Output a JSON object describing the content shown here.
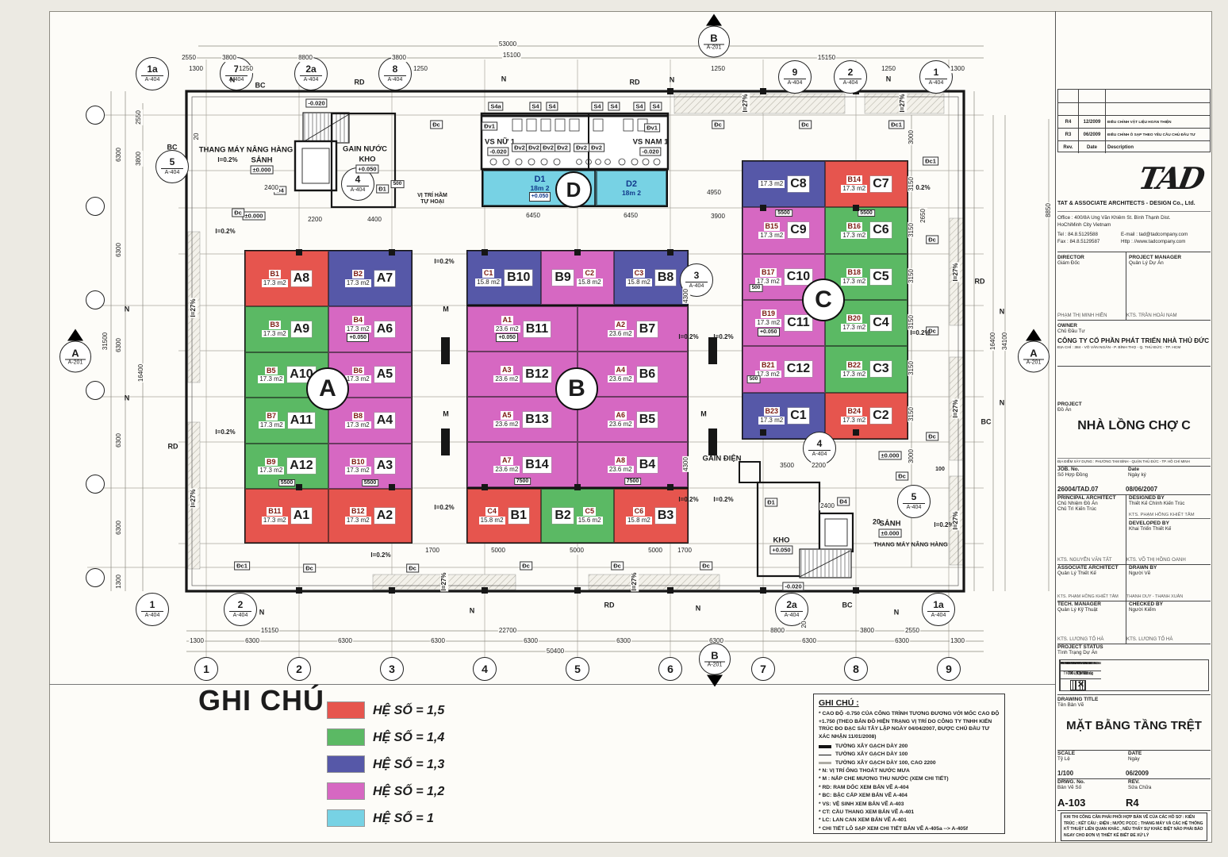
{
  "colors": {
    "red": "#e6554e",
    "green": "#5bb964",
    "blue": "#5658a8",
    "pink": "#d668c2",
    "cyan": "#77d2e4"
  },
  "zones": {
    "A": "A",
    "B": "B",
    "C": "C",
    "D": "D"
  },
  "legend": {
    "title": "GHI CHÚ",
    "items": [
      {
        "color": "red",
        "label": "HỆ SỐ = 1,5"
      },
      {
        "color": "green",
        "label": "HỆ SỐ = 1,4"
      },
      {
        "color": "blue",
        "label": "HỆ SỐ = 1,3"
      },
      {
        "color": "pink",
        "label": "HỆ SỐ = 1,2"
      },
      {
        "color": "cyan",
        "label": "HỆ SỐ = 1"
      }
    ]
  },
  "notes": {
    "title": "GHI CHÚ :",
    "para": "* CAO ĐỘ  -0.750  CỦA CÔNG TRÌNH TƯƠNG ĐƯƠNG VỚI MỐC CAO ĐỘ  +1.750  (THEO BẢN ĐỒ HIỆN TRẠNG VỊ TRÍ DO CÔNG TY TNHH KIẾN TRÚC ĐO ĐẠC SÀI TÂY LẬP NGÀY 04/04/2007, ĐƯỢC CHỦ ĐẦU TƯ XÁC NHẬN 11/01/2008)",
    "walls": [
      {
        "type": "thick",
        "text": "TƯỜNG XÂY GẠCH DÀY 200"
      },
      {
        "type": "thin",
        "text": "TƯỜNG XÂY GẠCH DÀY 100"
      },
      {
        "type": "gray",
        "text": "TƯỜNG XÂY GẠCH DÀY 100, CAO 2200"
      }
    ],
    "items": [
      "* N: VỊ TRÍ ỐNG THOÁT NƯỚC MƯA",
      "* M : NẮP CHE MƯƠNG THU  NƯỚC (XEM CHI TIẾT)",
      "* RD: RAM DỐC XEM BẢN VẼ A-404",
      "* BC: BẬC CẤP XEM BẢN VẼ A-404",
      "* VS: VỆ SINH XEM BẢN VẼ A-403",
      "* CT: CẦU THANG XEM BẢN VẼ A-401",
      "* LC: LAN CAN XEM BẢN VẼ A-401",
      "* CHI TIẾT LÔ SẠP XEM CHI TIẾT BẢN VẼ A-405a --> A-405f"
    ]
  },
  "labels": {
    "N": "N",
    "M": "M",
    "BC": "BC",
    "RD": "RD",
    "slope": "I=0.2%",
    "ramp": "I=27%",
    "dc": "Đc",
    "dc1": "Đc1",
    "dv1": "Đv1",
    "dv2": "Đv2",
    "s4": "S4",
    "s4a": "S4a",
    "d1": "Đ1",
    "d4": "Đ4",
    "lv0": "±0.000",
    "lvp": "+0.050",
    "lvm": "-0.020",
    "n20": "20",
    "n500": "500",
    "n100": "100"
  },
  "rooms": {
    "lift_top": "THANG MÁY NÂNG HÀNG",
    "lobby_top": "SẢNH",
    "gain_nuoc": "GAIN NƯỚC",
    "kho_top": "KHO",
    "septic1": "VỊ TRÍ HẦM",
    "septic2": "TỰ HOẠI",
    "vs_nu": "VS NỮ 1",
    "vs_nam": "VS NAM 1",
    "gain_dien": "GAIN ĐIỆN",
    "kho_bot": "KHO",
    "lobby_bot": "SẢNH",
    "lift_bot": "THANG MÁY NÂNG HÀNG"
  },
  "grid": {
    "bottom": [
      "1",
      "2",
      "3",
      "4",
      "5",
      "6",
      "7",
      "8",
      "9"
    ]
  },
  "bubbles": {
    "top": [
      {
        "n": "1a",
        "s": "A-404"
      },
      {
        "n": "7",
        "s": "A-404"
      },
      {
        "n": "2a",
        "s": "A-404"
      },
      {
        "n": "8",
        "s": "A-404"
      },
      {
        "n": "9",
        "s": "A-404"
      },
      {
        "n": "2",
        "s": "A-404"
      },
      {
        "n": "1",
        "s": "A-404"
      }
    ],
    "bottom": [
      {
        "n": "1",
        "s": "A-404"
      },
      {
        "n": "2",
        "s": "A-404"
      },
      {
        "n": "2a",
        "s": "A-404"
      },
      {
        "n": "1a",
        "s": "A-404"
      }
    ],
    "side": [
      {
        "n": "5",
        "s": "A-404"
      },
      {
        "n": "4",
        "s": "A-404"
      },
      {
        "n": "3",
        "s": "A-404"
      },
      {
        "n": "4",
        "s": "A-404"
      },
      {
        "n": "5",
        "s": "A-404"
      }
    ]
  },
  "sections": {
    "top": {
      "l": "B",
      "s": "A-201"
    },
    "bottom": {
      "l": "B",
      "s": "A-201"
    },
    "left": {
      "l": "A",
      "s": "A-201"
    },
    "right": {
      "l": "A",
      "s": "A-201"
    }
  },
  "dims": {
    "t53000": "53000",
    "t15100": "15100",
    "top_chain": [
      "2550",
      "3800",
      "8800",
      "3800",
      "15150"
    ],
    "top_small": [
      "1300",
      "1250",
      "1250",
      "1250",
      "1250",
      "1300"
    ],
    "b15150": "15150",
    "b22700": "22700",
    "b50400": "50400",
    "bot_right": [
      "8800",
      "3800",
      "2550"
    ],
    "bot_chain": [
      "1300",
      "6300",
      "6300",
      "6300",
      "6300",
      "6300",
      "6300",
      "6300",
      "6300",
      "1300"
    ],
    "l31500": "31500",
    "l16400": "16400",
    "l2550": "2550",
    "l3800": "3800",
    "l1300": "1300",
    "left_chain": [
      "6300",
      "6300",
      "6300",
      "6300",
      "6300"
    ],
    "right_chain": [
      "3000",
      "3150",
      "3150",
      "3150",
      "3150",
      "3150",
      "3150",
      "3000"
    ],
    "r2650": "2650",
    "r8850": "8850",
    "r16400": "16400",
    "r34100": "34100",
    "i6450a": "6450",
    "i6450b": "6450",
    "i4950": "4950",
    "i3900": "3900",
    "i5000a": "5000",
    "i5000b": "5000",
    "i5000c": "5000",
    "i2400": "2400",
    "i2200": "2200",
    "i4400": "4400",
    "i3500": "3500",
    "i2200b": "2200",
    "i2400b": "2400",
    "i1700a": "1700",
    "i1700b": "1700",
    "i4300a": "4300",
    "i4300b": "4300"
  },
  "stalls": {
    "A": [
      {
        "name": "A8",
        "code": "B1",
        "area": "17.3 m2",
        "color": "red",
        "elev": "",
        "dim": ""
      },
      {
        "name": "A7",
        "code": "B2",
        "area": "17.3 m2",
        "color": "blue",
        "elev": "",
        "dim": ""
      },
      {
        "name": "A9",
        "code": "B3",
        "area": "17.3 m2",
        "color": "green",
        "elev": "",
        "dim": ""
      },
      {
        "name": "A6",
        "code": "B4",
        "area": "17.3 m2",
        "color": "pink",
        "elev": "+0.050",
        "dim": ""
      },
      {
        "name": "A10",
        "code": "B5",
        "area": "17.3 m2",
        "color": "green",
        "elev": "",
        "dim": ""
      },
      {
        "name": "A5",
        "code": "B6",
        "area": "17.3 m2",
        "color": "pink",
        "elev": "",
        "dim": ""
      },
      {
        "name": "A11",
        "code": "B7",
        "area": "17.3 m2",
        "color": "green",
        "elev": "",
        "dim": ""
      },
      {
        "name": "A4",
        "code": "B8",
        "area": "17.3 m2",
        "color": "pink",
        "elev": "",
        "dim": ""
      },
      {
        "name": "A12",
        "code": "B9",
        "area": "17.3 m2",
        "color": "green",
        "elev": "",
        "dim": "5500"
      },
      {
        "name": "A3",
        "code": "B10",
        "area": "17.3 m2",
        "color": "pink",
        "elev": "",
        "dim": "5500"
      },
      {
        "name": "A1",
        "code": "B11",
        "area": "17.3 m2",
        "color": "red",
        "elev": "",
        "dim": ""
      },
      {
        "name": "A2",
        "code": "B12",
        "area": "17.3 m2",
        "color": "red",
        "elev": "",
        "dim": ""
      }
    ],
    "B_top": [
      {
        "name": "B10",
        "code": "C1",
        "area": "15.8 m2",
        "color": "blue"
      },
      {
        "name": "B9",
        "code": "C2",
        "area": "15.8 m2",
        "color": "pink"
      },
      {
        "name": "B8",
        "code": "C3",
        "area": "15.8 m2",
        "color": "blue"
      }
    ],
    "B_mid": [
      {
        "name": "B11",
        "code": "A1",
        "area": "23.6 m2",
        "color": "pink",
        "elev": "+0.050",
        "dim": ""
      },
      {
        "name": "B7",
        "code": "A2",
        "area": "23.6 m2",
        "color": "pink",
        "elev": "",
        "dim": ""
      },
      {
        "name": "B12",
        "code": "A3",
        "area": "23.6 m2",
        "color": "pink",
        "elev": "",
        "dim": ""
      },
      {
        "name": "B6",
        "code": "A4",
        "area": "23.6 m2",
        "color": "pink",
        "elev": "",
        "dim": ""
      },
      {
        "name": "B13",
        "code": "A5",
        "area": "23.6 m2",
        "color": "pink",
        "elev": "",
        "dim": ""
      },
      {
        "name": "B5",
        "code": "A6",
        "area": "23.6 m2",
        "color": "pink",
        "elev": "",
        "dim": ""
      },
      {
        "name": "B14",
        "code": "A7",
        "area": "23.6 m2",
        "color": "pink",
        "elev": "",
        "dim": "7500"
      },
      {
        "name": "B4",
        "code": "A8",
        "area": "23.6 m2",
        "color": "pink",
        "elev": "",
        "dim": "7500"
      }
    ],
    "B_bot": [
      {
        "name": "B1",
        "code": "C4",
        "area": "15.8 m2",
        "color": "red"
      },
      {
        "name": "B2",
        "code": "C5",
        "area": "15.6 m2",
        "color": "green"
      },
      {
        "name": "B3",
        "code": "C6",
        "area": "15.8 m2",
        "color": "red"
      }
    ],
    "C": [
      {
        "name": "C8",
        "code": "",
        "area": "17.3 m2",
        "color": "blue",
        "elev": "",
        "dim": ""
      },
      {
        "name": "C7",
        "code": "B14",
        "area": "17.3 m2",
        "color": "red",
        "elev": "",
        "dim": ""
      },
      {
        "name": "C9",
        "code": "B15",
        "area": "17.3 m2",
        "color": "pink",
        "elev": "",
        "dim": "5500"
      },
      {
        "name": "C6",
        "code": "B16",
        "area": "17.3 m2",
        "color": "green",
        "elev": "",
        "dim": "5500"
      },
      {
        "name": "C10",
        "code": "B17",
        "area": "17.3 m2",
        "color": "pink",
        "elev": "",
        "dim": ""
      },
      {
        "name": "C5",
        "code": "B18",
        "area": "17.3 m2",
        "color": "green",
        "elev": "",
        "dim": ""
      },
      {
        "name": "C11",
        "code": "B19",
        "area": "17.3 m2",
        "color": "pink",
        "elev": "+0.050",
        "dim": ""
      },
      {
        "name": "C4",
        "code": "B20",
        "area": "17.3 m2",
        "color": "green",
        "elev": "",
        "dim": ""
      },
      {
        "name": "C12",
        "code": "B21",
        "area": "17.3 m2",
        "color": "pink",
        "elev": "",
        "dim": ""
      },
      {
        "name": "C3",
        "code": "B22",
        "area": "17.3 m2",
        "color": "green",
        "elev": "",
        "dim": ""
      },
      {
        "name": "C1",
        "code": "B23",
        "area": "17.3 m2",
        "color": "blue",
        "elev": "",
        "dim": ""
      },
      {
        "name": "C2",
        "code": "B24",
        "area": "17.3 m2",
        "color": "red",
        "elev": "",
        "dim": ""
      }
    ],
    "D": [
      {
        "name": "D1",
        "area": "18m 2",
        "color": "cyan",
        "elev": "+0.050"
      },
      {
        "name": "D2",
        "area": "18m 2",
        "color": "cyan",
        "elev": ""
      }
    ]
  },
  "tb": {
    "revisions": {
      "header": [
        "Rev.",
        "Date",
        "Description"
      ],
      "rows": [
        {
          "rev": "R4",
          "date": "12/2009",
          "desc": "ĐIỀU CHỈNH VẬT LIỆU HOÀN THIỆN"
        },
        {
          "rev": "R3",
          "date": "06/2009",
          "desc": "ĐIỀU CHỈNH Ô SẠP THEO YÊU CẦU CHỦ ĐẦU TƯ"
        }
      ]
    },
    "logo": "TAD",
    "company": "TAT & ASSOCIATE ARCHITECTS - DESIGN Co., Ltd.",
    "office1": "Office : 400/8A Ung Văn Khiêm St. Bình Thạnh Dist.",
    "office2": "HoChiMinh City Vietnam",
    "tel": "Tel  : 84.8.5129588",
    "email": "E-mail : tad@tadcompany.com",
    "fax": "Fax : 84.8.5129587",
    "http": "Http : //www.tadcompany.com",
    "director_en": "DIRECTOR",
    "director_vi": "Giám Đốc",
    "director_name": "PHẠM THỊ MINH HIỀN",
    "pm_en": "PROJECT MANAGER",
    "pm_vi": "Quản Lý Dự Án",
    "pm_name": "KTS. TRẦN HOÀI NAM",
    "owner_en": "OWNER",
    "owner_vi": "Chủ Đầu Tư",
    "owner_name": "CÔNG TY CỔ PHẦN PHÁT TRIỂN NHÀ THỦ ĐỨC",
    "owner_addr": "ĐỊA CHỈ : 384 - VÕ VĂN NGÂN - P. BÌNH THỌ - Q. THỦ ĐỨC - TP. HCM",
    "project_en": "PROJECT",
    "project_vi": "Đồ Án",
    "project_name": "NHÀ LỒNG CHỢ C",
    "site": "ĐỊA ĐIỂM XÂY DỰNG : PHƯỜNG TAM BÌNH - QUẬN THỦ ĐỨC - TP. HỒ CHÍ MINH",
    "job_en": "JOB. No.",
    "job_vi": "Số Hợp Đồng",
    "job_no": "26004/TAD.07",
    "date_en": "Date",
    "date_vi": "Ngày ký",
    "date_val": "08/06/2007",
    "pa_en": "PRINCIPAL ARCHITECT",
    "pa_vi1": "Chủ Nhiệm Đồ Án",
    "pa_vi2": "Chủ Trì Kiến Trúc",
    "pa_name": "KTS. NGUYỄN VĂN TẤT",
    "designed_en": "DESIGNED BY",
    "designed_vi": "Thiết Kế Chính Kiến Trúc",
    "designed_name": "KTS. PHẠM HỒNG KHIẾT TÂM",
    "dev_en": "DEVELOPED BY",
    "dev_vi": "Khai Triển Thiết Kế",
    "dev_name": "KTS. VÕ THỊ HỒNG OANH",
    "assoc_en": "ASSOCIATE ARCHITECT",
    "assoc_vi": "Quản Lý Thiết Kế",
    "assoc_name": "KTS. PHẠM HỒNG KHIẾT TÂM",
    "drawn_en": "DRAWN BY",
    "drawn_vi": "Người Vẽ",
    "drawn_name": "THANH DUY - THANH XUÂN",
    "tech_en": "TECH. MANAGER",
    "tech_vi": "Quản Lý Kỹ Thuật",
    "tech_name": "KTS. LƯƠNG TỐ HÀ",
    "checked_en": "CHECKED BY",
    "checked_vi": "Người Kiểm",
    "checked_name": "KTS. LƯƠNG TỐ HÀ",
    "status": {
      "en": "PROJECT STATUS",
      "vi": "Tình Trạng Dự Án",
      "cols": [
        {
          "en": "PRELIMINARY DESIGN",
          "vi": "TK . Cơ sở",
          "mark": ""
        },
        {
          "en": "DEVELOPMENT DESIGN",
          "vi": "TK . Kỹ Thuật",
          "mark": ""
        },
        {
          "en": "CONSTRUCTION DESIGN",
          "vi": "TK . Thi Công",
          "mark": "✕"
        },
        {
          "en": "INTERIOR DESIGN",
          "vi": "TK . Nội Thất",
          "mark": ""
        }
      ]
    },
    "title_en": "DRAWING TITLE",
    "title_vi": "Tên Bản Vẽ",
    "drawing_title": "MẶT BẰNG TẦNG TRỆT",
    "scale_en": "SCALE",
    "scale_vi": "Tỷ Lệ",
    "scale_val": "1/100",
    "date2_en": "DATE",
    "date2_vi": "Ngày",
    "date2_val": "06/2009",
    "no_en": "DRWG. No.",
    "no_vi": "Bản Vẽ Số",
    "no_val": "A-103",
    "rev_en": "REV.",
    "rev_vi": "Sửa Chữa",
    "rev_val": "R4",
    "warning": "KHI THI CÔNG CẦN PHẢI PHỐI HỢP BẢN VẼ CỦA CÁC HỒ SƠ : KIẾN TRÚC ; KẾT CẤU ; ĐIỆN ; NƯỚC PCCC ; THANG MÁY VÀ CÁC HỆ THỐNG KỸ THUẬT LIÊN QUAN KHÁC , NẾU THẤY SỰ KHÁC BIỆT NÀO PHẢI BÁO NGAY CHO ĐƠN VỊ THIẾT KẾ BIẾT ĐỂ XỬ LÝ"
  }
}
